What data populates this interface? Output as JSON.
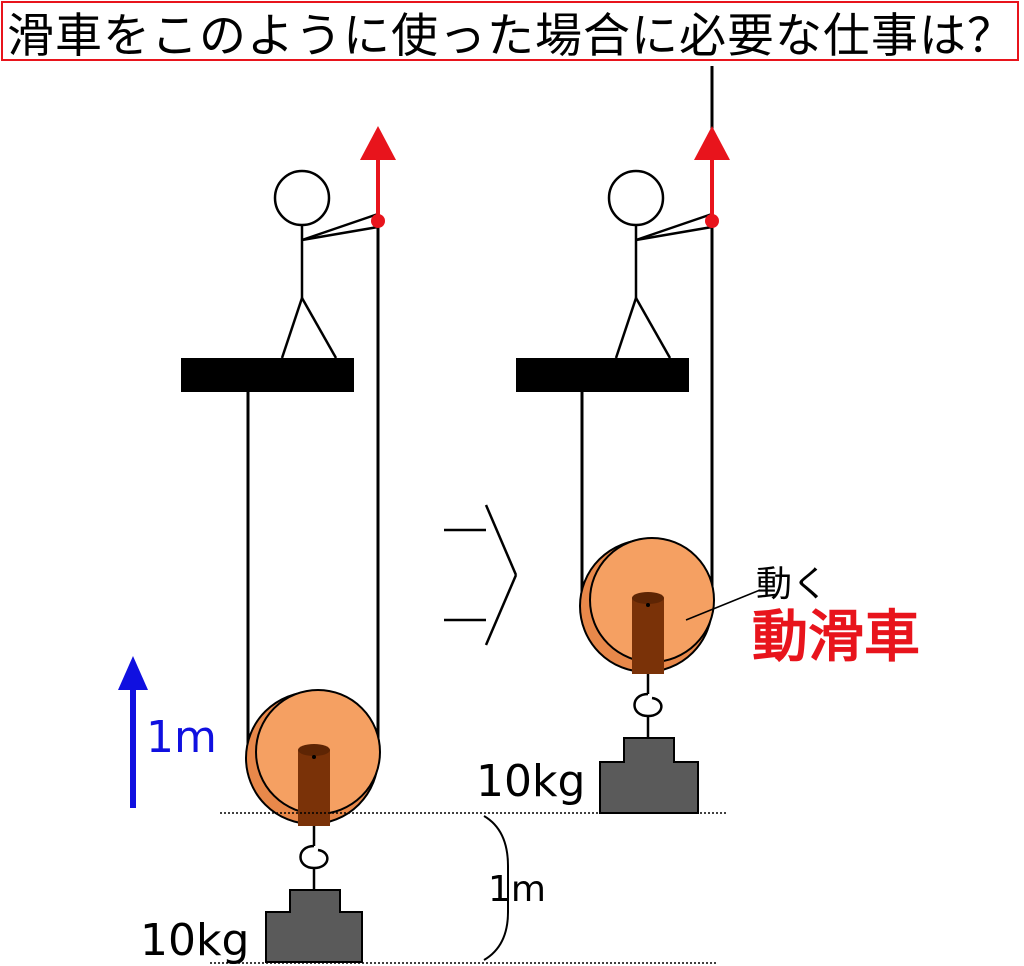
{
  "title": "滑車をこのように使った場合に必要な仕事は？",
  "left_scene": {
    "weight_label": "10kg",
    "lift_arrow_label": "1m",
    "distance_label": "1m"
  },
  "right_scene": {
    "weight_label": "10kg",
    "pulley_small_label": "動く",
    "pulley_big_label": "動滑車"
  },
  "colors": {
    "title_border": "#e8141c",
    "pull_arrow": "#e8141c",
    "lift_arrow": "#1010e0",
    "pulley_face": "#f5a062",
    "pulley_rim": "#e8884a",
    "axle": "#7a3208",
    "weight": "#5a5a5a",
    "beam": "#000000",
    "label_red": "#e8141c",
    "label_blue": "#1010e0"
  },
  "icons": {
    "person": "stick-figure-icon",
    "pulley": "pulley-icon",
    "weight": "weight-block-icon",
    "transition": "transition-arrow-icon"
  }
}
